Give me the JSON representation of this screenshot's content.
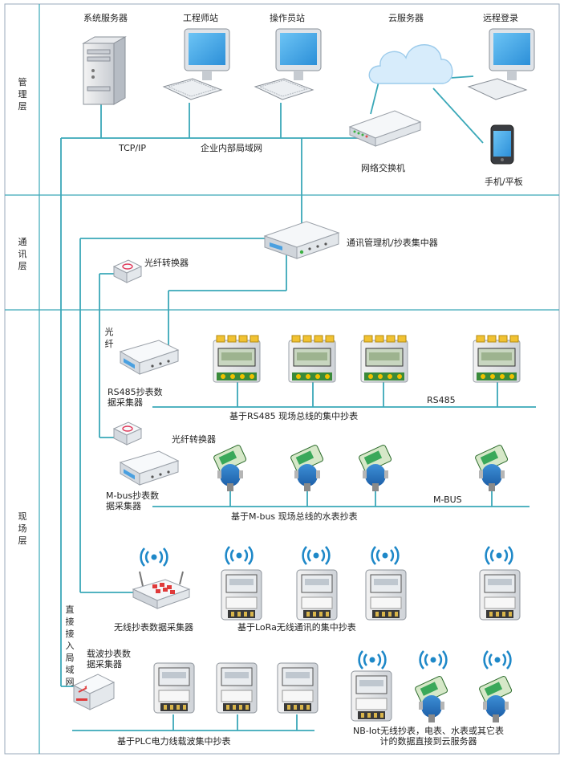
{
  "layers": {
    "management": "管理层",
    "communication": "通讯层",
    "field": "现场层"
  },
  "management": {
    "system_server": "系统服务器",
    "engineer_station": "工程师站",
    "operator_station": "操作员站",
    "cloud_server": "云服务器",
    "remote_login": "远程登录",
    "tcp_ip": "TCP/IP",
    "lan": "企业内部局域网",
    "network_switch": "网络交换机",
    "phone_tablet": "手机/平板"
  },
  "communication": {
    "comm_manager": "通讯管理机/抄表集中器",
    "fiber_converter_1": "光纤转换器"
  },
  "field": {
    "fiber": "光纤",
    "rs485_collector": "RS485抄表数\n据采集器",
    "rs485_bus": "RS485",
    "rs485_caption": "基于RS485 现场总线的集中抄表",
    "fiber_converter_2": "光纤转换器",
    "mbus_collector": "M-bus抄表数\n据采集器",
    "mbus_bus": "M-BUS",
    "mbus_caption": "基于M-bus 现场总线的水表抄表",
    "wireless_collector": "无线抄表数据采集器",
    "lora_caption": "基于LoRa无线通讯的集中抄表",
    "direct_lan": "直接接入局域网",
    "plc_collector": "载波抄表数\n据采集器",
    "plc_caption": "基于PLC电力线载波集中抄表",
    "nbiot_caption": "NB-Iot无线抄表，电表、水表或其它表\n计的数据直接到云服务器"
  },
  "colors": {
    "line": "#3aa8b8",
    "border": "#4a6fa5",
    "monitor": "#4aa8e8"
  }
}
